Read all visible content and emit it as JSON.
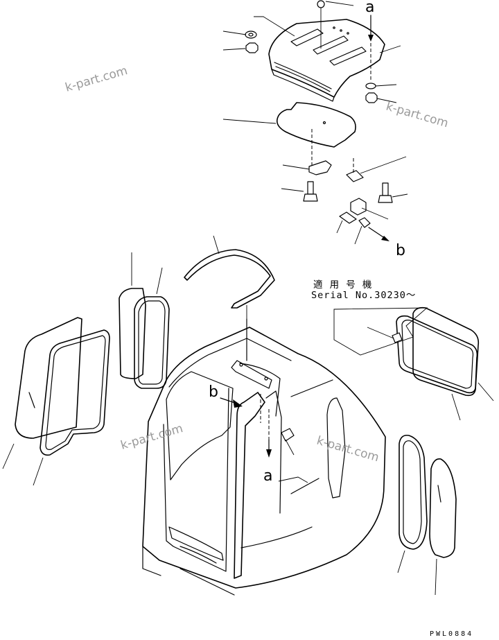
{
  "callouts": {
    "a_top": "a",
    "a_bottom": "a",
    "b_right": "b",
    "b_left": "b"
  },
  "serial_note": {
    "line1": "適 用 号 機",
    "line2": "Serial No.30230～"
  },
  "watermarks": [
    "k-part.com",
    "k-part.com",
    "k-part.com",
    "k-part.com"
  ],
  "drawing_code": "PWL0884",
  "colors": {
    "line": "#000000",
    "background": "#ffffff",
    "watermark": "#9a9a9a"
  }
}
